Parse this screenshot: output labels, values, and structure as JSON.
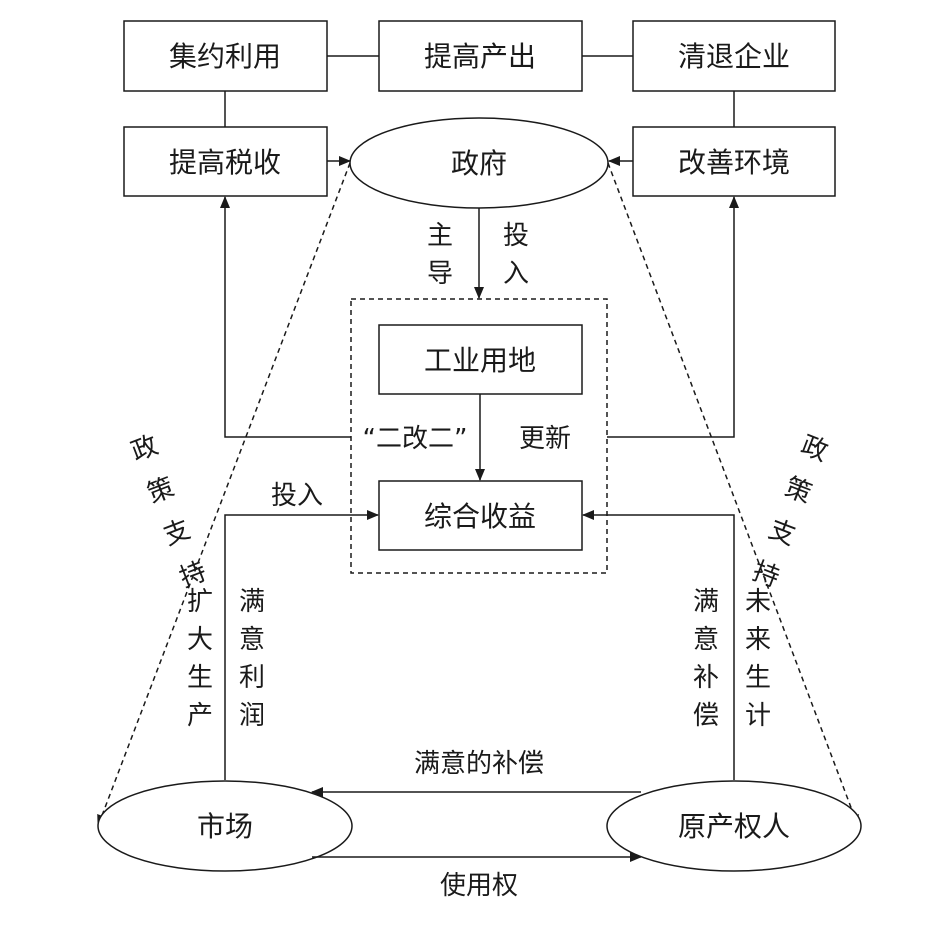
{
  "nodes": {
    "intensive_use": "集约利用",
    "raise_output": "提高产出",
    "clear_enterprises": "清退企业",
    "raise_tax": "提高税收",
    "government": "政府",
    "improve_environment": "改善环境",
    "industrial_land": "工业用地",
    "overall_benefit": "综合收益",
    "market": "市场",
    "original_owner": "原产权人"
  },
  "labels": {
    "lead_1": "主",
    "lead_2": "导",
    "invest_1": "投",
    "invest_2": "入",
    "renewal_quote": "“二改二”",
    "renewal": "更新",
    "market_invest": "投入",
    "policy_support_chars": [
      "政",
      "策",
      "支",
      "持"
    ],
    "expand_production_chars": [
      "扩",
      "大",
      "生",
      "产"
    ],
    "satisfied_profit_chars": [
      "满",
      "意",
      "利",
      "润"
    ],
    "satisfied_compensation_chars": [
      "满",
      "意",
      "补",
      "偿"
    ],
    "future_livelihood_chars": [
      "未",
      "来",
      "生",
      "计"
    ],
    "satisfactory_compensation": "满意的补偿",
    "use_rights": "使用权"
  }
}
